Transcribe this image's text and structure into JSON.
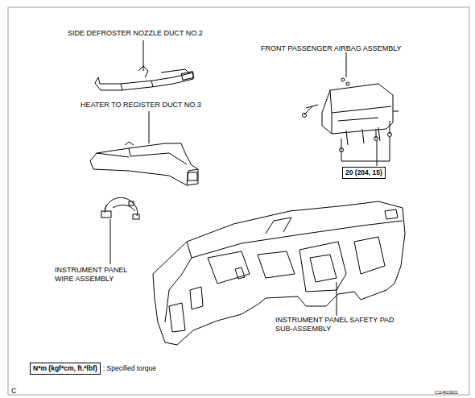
{
  "diagram": {
    "nodes": [
      {
        "text": [
          "20 (204, 15)"
        ]
      },
      {
        "text": [
          "N*m (kgf*cm, ft.*lbf)",
          ": Specified torque"
        ]
      }
    ],
    "labels": [
      "SIDE DEFROSTER NOZZLE DUCT NO.2",
      "HEATER TO REGISTER DUCT NO.3",
      "FRONT PASSENGER AIRBAG ASSEMBLY",
      "INSTRUMENT PANEL WIRE ASSEMBLY",
      "INSTRUMENT PANEL SAFETY PAD SUB-ASSEMBLY",
      "C",
      "C114922E01"
    ]
  }
}
